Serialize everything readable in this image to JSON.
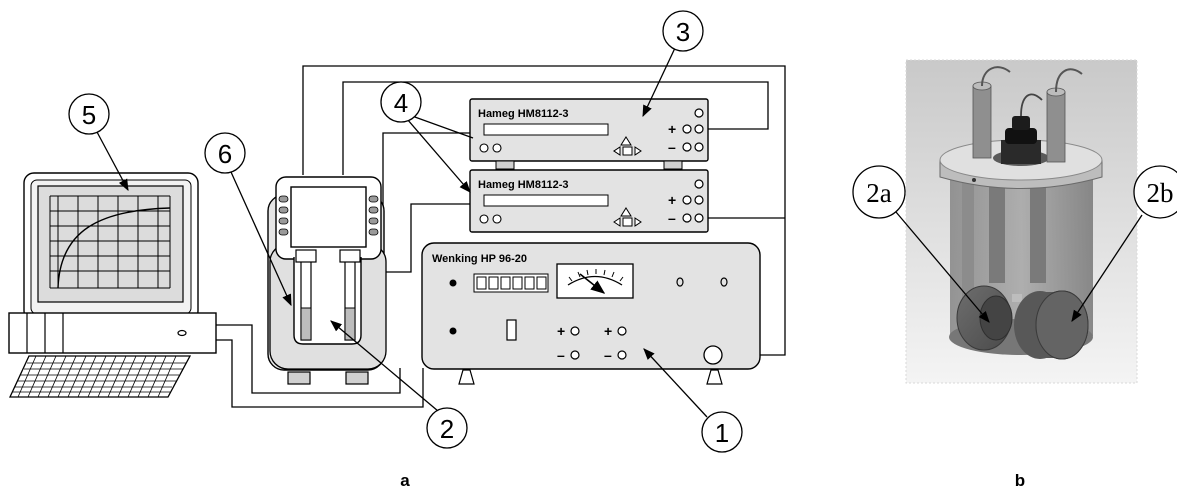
{
  "panel_a": {
    "caption": "a",
    "devices": {
      "meter_top": "Hameg  HM8112-3",
      "meter_bottom": "Hameg  HM8112-3",
      "potentiostat": "Wenking HP 96-20"
    },
    "callouts": [
      "1",
      "2",
      "3",
      "4",
      "5",
      "6"
    ],
    "terminal_signs": {
      "plus": "+",
      "minus": "–"
    }
  },
  "panel_b": {
    "caption": "b",
    "callouts": [
      "2a",
      "2b"
    ]
  }
}
